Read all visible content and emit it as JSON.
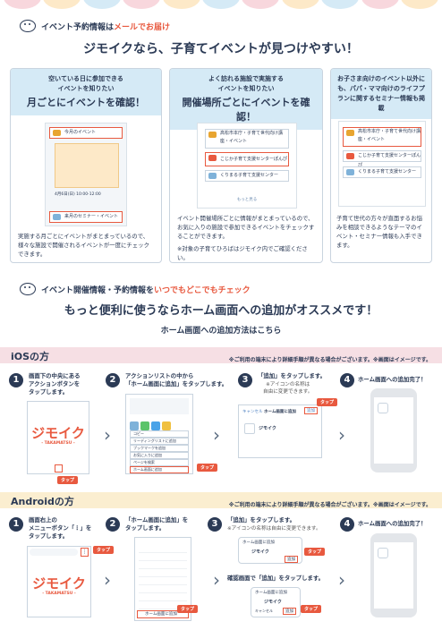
{
  "colors": {
    "navy": "#2b3a55",
    "accent": "#e8593f",
    "lightblue": "#d5eaf6",
    "ios_band": "#f6dfe4",
    "android_band": "#fbeed0",
    "dots": [
      "#f8d7dd",
      "#fde9c8",
      "#d5eaf6",
      "#f8d7dd",
      "#fde9c8",
      "#d5eaf6",
      "#f8d7dd",
      "#fde9c8",
      "#d5eaf6",
      "#f8d7dd",
      "#fde9c8"
    ]
  },
  "section1": {
    "header_prefix": "イベント予約情報は",
    "header_accent": "メールでお届け",
    "title": "ジモイクなら、子育てイベントが見つけやすい！",
    "card1": {
      "lead": "空いている日に参加できる\nイベントを知りたい",
      "headline": "月ごとにイベントを確認！",
      "row1": "今月のイベント",
      "row2": "来月のセミナー・イベント",
      "event_date": "4月6日(日) 10:00-12:00",
      "desc": "実施する月ごとにイベントがまとまっているので、様々な施設で開催されるイベントが一度にチェックできます。"
    },
    "card2": {
      "lead": "よく訪れる施設で実施する\nイベントを知りたい",
      "headline": "開催場所ごとにイベントを確認！",
      "rows": [
        "高松市本庁・子育て世代向け講座・イベント",
        "こじか子育て支援センターぽんぴ",
        "くりまる子育て支援センター"
      ],
      "more": "もっと見る",
      "desc": "イベント開催場所ごとに情報がまとまっているので、お気に入りの施設で参加できるイベントをチェックすることができます。",
      "note": "※対象の子育てひろばはジモイク内でご確認ください。"
    },
    "card3": {
      "lead": "お子さま向けのイベント以外にも、パパ・ママ向けのライフプランに関するセミナー情報も掲載",
      "rows": [
        "高松市本庁・子育て世代向け講座・イベント",
        "こじか子育て支援センターぽんぴ",
        "くりまる子育て支援センター"
      ],
      "desc": "子育て世代の方々が直面するお悩みを相談できるようなテーマのイベント・セミナー情報も入手できます。"
    }
  },
  "section2": {
    "header_prefix": "イベント開催情報・予約情報を",
    "header_accent": "いつでもどこでもチェック",
    "title": "もっと便利に使うならホーム画面への追加がオススメです！",
    "subtitle": "ホーム画面への追加方法はこちら"
  },
  "ios": {
    "title": "iOSの方",
    "note": "※ご利用の端末により詳細手順が異なる場合がございます。※画面はイメージです。",
    "steps": [
      {
        "num": "1",
        "text": "画面下の中央にある\nアクションボタンを\nタップします。"
      },
      {
        "num": "2",
        "text": "アクションリストの中から\n「ホーム画面に追加」をタップします。"
      },
      {
        "num": "3",
        "text": "「追加」をタップします。",
        "sub": "※アイコンの名称は\n自由に変更できます。"
      },
      {
        "num": "4",
        "text": "ホーム画面への追加完了！"
      }
    ],
    "tap": "タップ",
    "logo": "ジモイク",
    "logo_sub": "- TAKAMATSU -",
    "menu_items": [
      "コピー",
      "リーディングリストに追加",
      "ブックマークを追加",
      "お気に入りに追加",
      "ページを検索",
      "ホーム画面に追加"
    ],
    "dialog_cancel": "キャンセル",
    "dialog_title": "ホーム画面に追加",
    "dialog_add": "追加",
    "app_name": "ジモイク"
  },
  "android": {
    "title": "Androidの方",
    "note": "※ご利用の端末により詳細手順が異なる場合がございます。※画面はイメージです。",
    "steps": [
      {
        "num": "1",
        "text": "画面右上の\nメニューボタン「⋮」を\nタップします。"
      },
      {
        "num": "2",
        "text": "「ホーム画面に追加」を\nタップします。"
      },
      {
        "num": "3",
        "text": "「追加」をタップします。",
        "sub": "※アイコンの名称は自由に変更できます。",
        "confirm": "確認画面で「追加」をタップします。"
      },
      {
        "num": "4",
        "text": "ホーム画面への追加完了！"
      }
    ],
    "tap": "タップ",
    "logo": "ジモイク",
    "logo_sub": "- TAKAMATSU -",
    "menu_last": "ホーム画面に追加",
    "dialog_title": "ホーム画面に追加",
    "dialog_cancel": "キャンセル",
    "dialog_add": "追加",
    "app_name": "ジモイク"
  }
}
